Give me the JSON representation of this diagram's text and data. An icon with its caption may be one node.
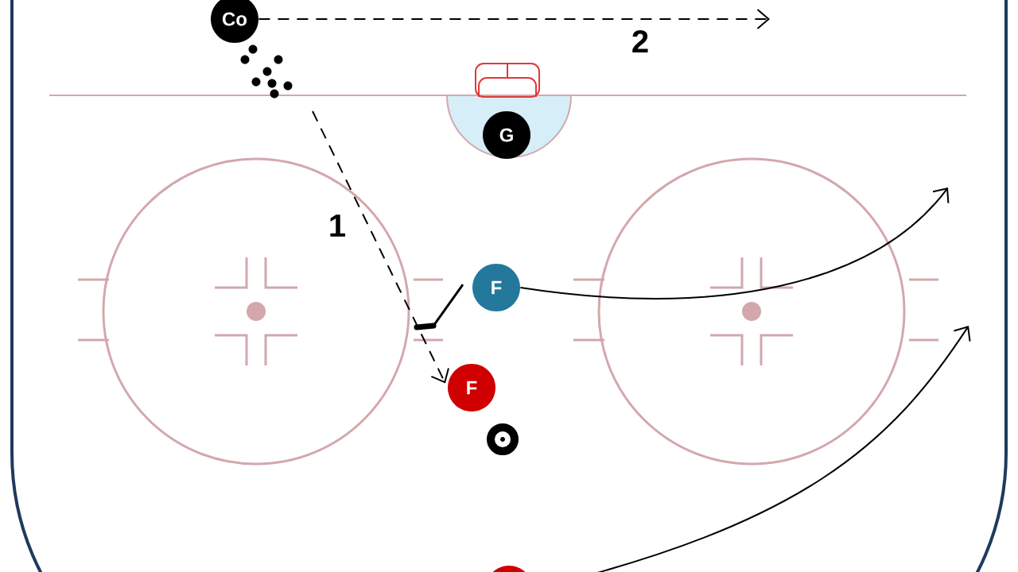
{
  "diagram": {
    "nodes": [
      {
        "text": [
          "Co"
        ]
      },
      {
        "text": [
          "G"
        ]
      },
      {
        "text": [
          "F"
        ]
      },
      {
        "text": [
          "F"
        ]
      },
      {
        "text": [],
        "shape": "circle"
      },
      {
        "text": [],
        "shape": "circle"
      }
    ],
    "edges": [
      {
        "from": 0,
        "to": null,
        "arrow": "to",
        "style": "dashed",
        "label": "2"
      },
      {
        "from": null,
        "to": 3,
        "arrow": "to",
        "style": "dashed",
        "label": "1"
      },
      {
        "from": 2,
        "to": null,
        "arrow": "to"
      },
      {
        "from": 5,
        "to": null,
        "arrow": "to"
      }
    ]
  }
}
